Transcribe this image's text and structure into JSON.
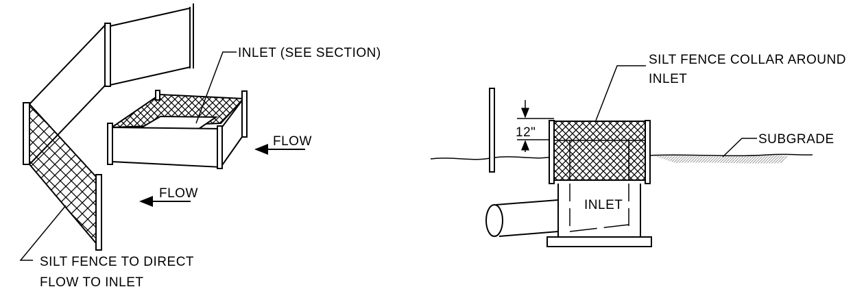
{
  "plan_view": {
    "inlet_label": "INLET (SEE SECTION)",
    "flow_label_right": "FLOW",
    "flow_label_left": "FLOW",
    "silt_fence_label_line1": "SILT FENCE TO DIRECT",
    "silt_fence_label_line2": "FLOW TO INLET"
  },
  "section_view": {
    "collar_label_line1": "SILT FENCE COLLAR AROUND",
    "collar_label_line2": "INLET",
    "dimension_label": "12\"",
    "subgrade_label": "SUBGRADE",
    "inlet_label": "INLET"
  },
  "colors": {
    "line": "#000000",
    "background": "#ffffff",
    "subgrade_hatch": "#9a9a9a"
  }
}
